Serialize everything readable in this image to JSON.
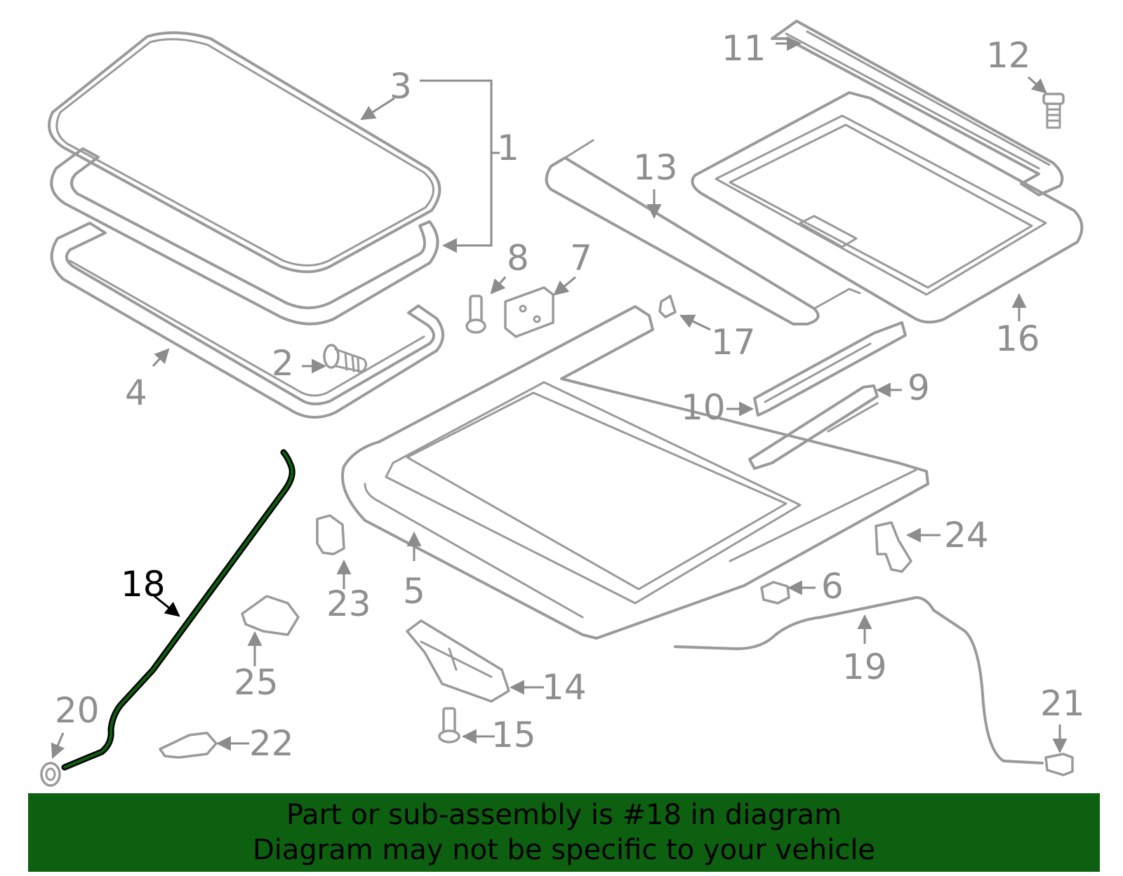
{
  "diagram": {
    "highlighted_part": "18",
    "highlight_color": "#0d6010",
    "part_color": "#9a9a9a",
    "callouts": [
      "1",
      "2",
      "3",
      "4",
      "5",
      "6",
      "7",
      "8",
      "9",
      "10",
      "11",
      "12",
      "13",
      "14",
      "15",
      "16",
      "17",
      "18",
      "19",
      "20",
      "21",
      "22",
      "23",
      "24",
      "25"
    ]
  },
  "banner": {
    "line1": "Part or sub-assembly is #18 in diagram",
    "line2": "Diagram may not be specific to your vehicle",
    "background": "#0d6010"
  }
}
